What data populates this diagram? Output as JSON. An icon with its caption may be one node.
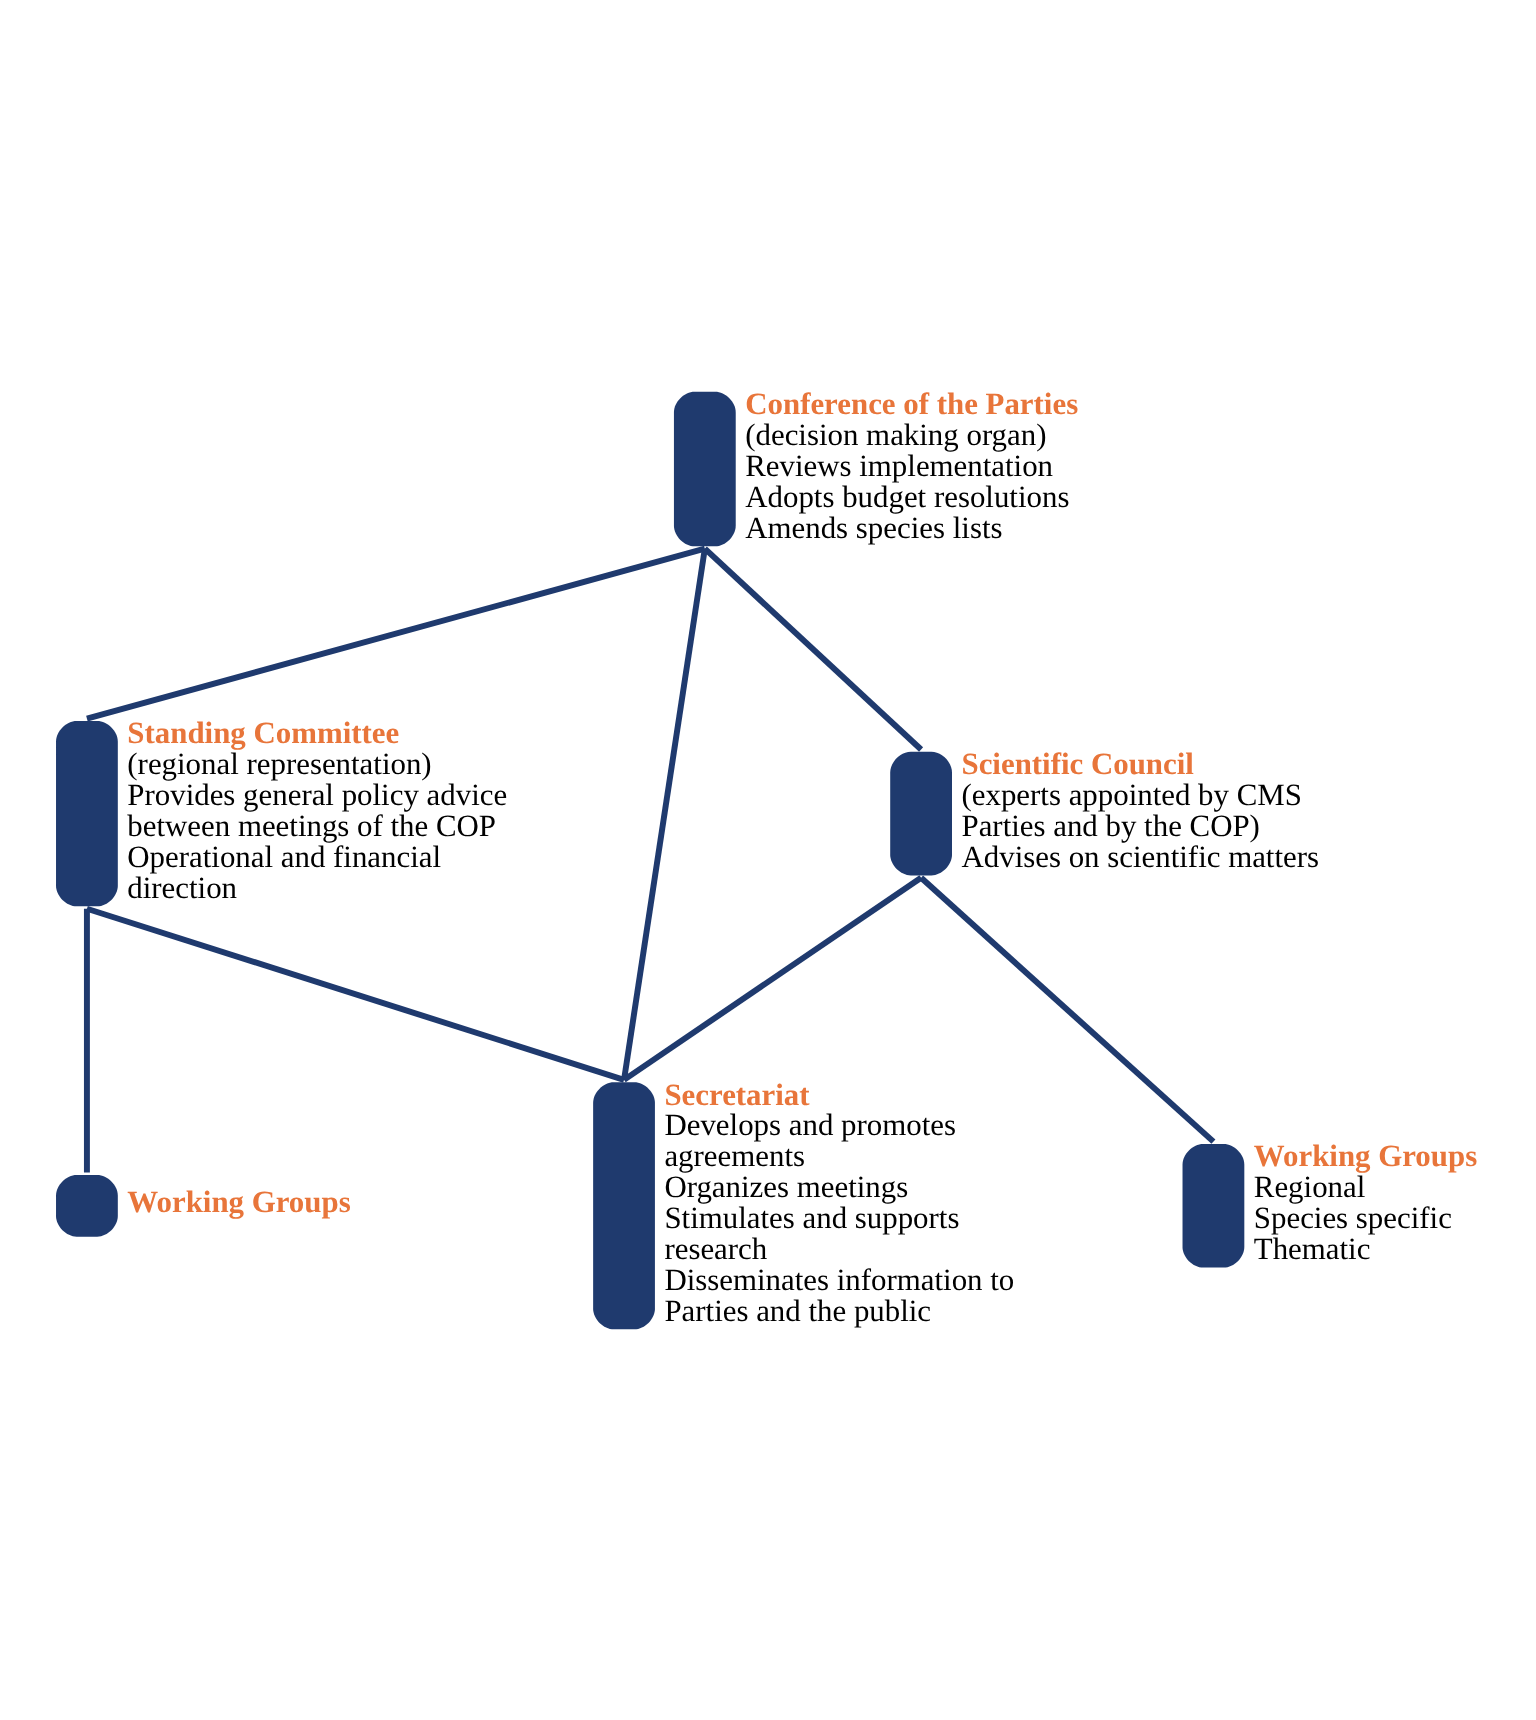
{
  "diagram": {
    "nodes": [
      {
        "text": [
          "Conference of the Parties",
          "(decision making organ)",
          "Reviews implementation",
          "Adopts budget resolutions",
          "Amends species lists"
        ]
      },
      {
        "text": [
          "Standing Committee",
          "(regional representation)",
          "Provides general policy advice between meetings of the COP",
          "Operational and financial direction"
        ]
      },
      {
        "text": [
          "Scientific Council",
          "(experts appointed by CMS Parties and by the COP)",
          "Advises on scientific matters"
        ]
      },
      {
        "text": [
          "Secretariat",
          "Develops and promotes agreements",
          "Organizes meetings",
          "Stimulates and supports research",
          "Disseminates information to Parties and the public"
        ]
      },
      {
        "text": [
          "Working Groups"
        ]
      },
      {
        "text": [
          "Working Groups",
          "Regional",
          "Species specific",
          "Thematic"
        ]
      }
    ],
    "edges": [
      {
        "from": 0,
        "to": 1,
        "arrow": "none"
      },
      {
        "from": 0,
        "to": 2,
        "arrow": "none"
      },
      {
        "from": 0,
        "to": 3,
        "arrow": "none"
      },
      {
        "from": 1,
        "to": 3,
        "arrow": "none"
      },
      {
        "from": 2,
        "to": 3,
        "arrow": "none"
      },
      {
        "from": 1,
        "to": 4,
        "arrow": "none"
      },
      {
        "from": 2,
        "to": 5,
        "arrow": "none"
      }
    ]
  }
}
